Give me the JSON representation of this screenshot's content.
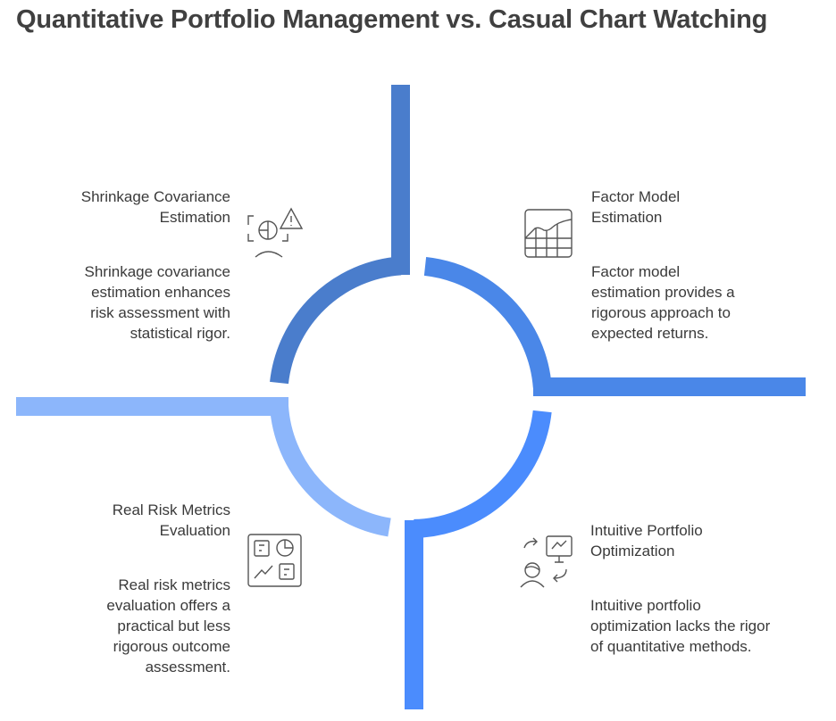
{
  "title": "Quantitative Portfolio Management vs. Casual Chart Watching",
  "colors": {
    "top_left": "#4a7dcc",
    "top_right": "#4a87e8",
    "bottom_right": "#4b8cfd",
    "bottom_left": "#8cb6fb"
  },
  "quadrants": [
    {
      "heading": "Shrinkage Covariance\nEstimation",
      "description": "Shrinkage covariance\nestimation enhances\nrisk assessment with\nstatistical rigor.",
      "icon": "risk-analysis-icon"
    },
    {
      "heading": "Factor Model\nEstimation",
      "description": "Factor model\nestimation provides a\nrigorous approach to\nexpected returns.",
      "icon": "chart-grid-icon"
    },
    {
      "heading": "Real Risk Metrics\nEvaluation",
      "description": "Real risk metrics\nevaluation offers a\npractical but less\nrigorous outcome\nassessment.",
      "icon": "dashboard-icon"
    },
    {
      "heading": "Intuitive Portfolio\nOptimization",
      "description": "Intuitive portfolio\noptimization lacks the rigor\nof quantitative methods.",
      "icon": "person-presentation-icon"
    }
  ]
}
